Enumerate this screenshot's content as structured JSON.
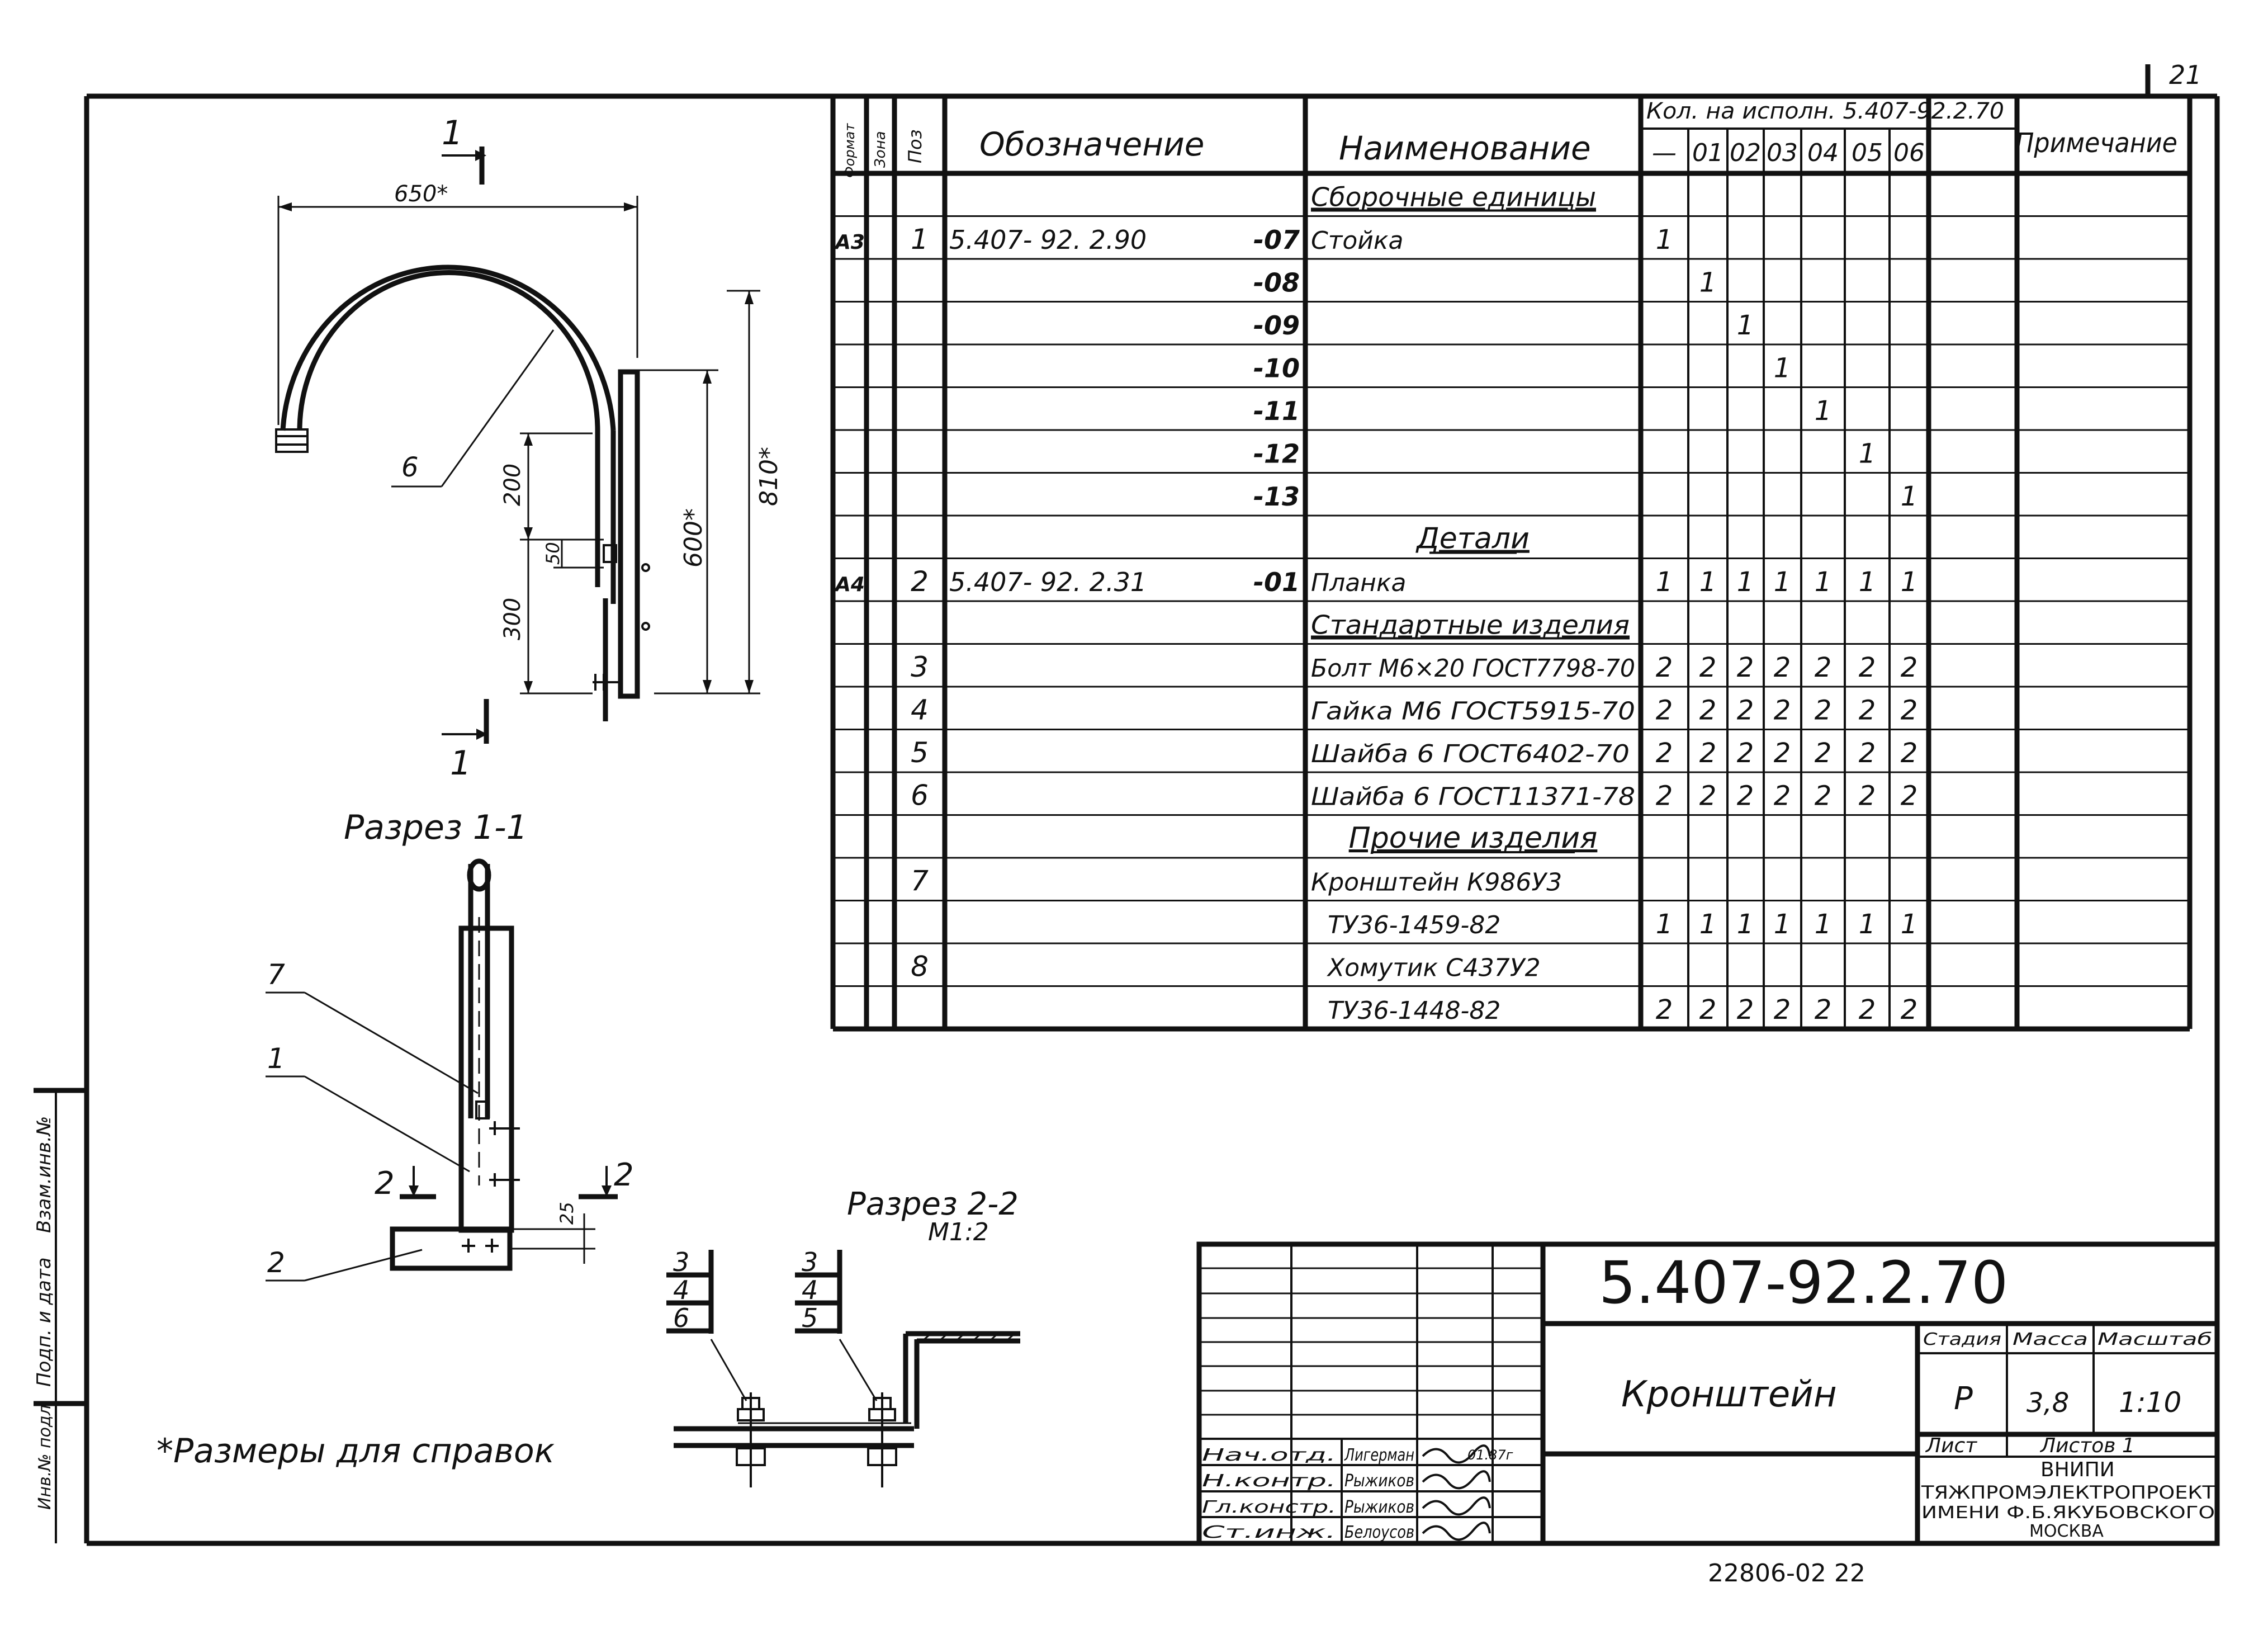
{
  "page_number": "21",
  "spec": {
    "col_headers": {
      "format": "Формат",
      "zone": "Зона",
      "pos": "Поз",
      "designation": "Обозначение",
      "name": "Наименование",
      "qty_group": "Кол. на исполн. 5.407-92.2.70",
      "variants": [
        "—",
        "01",
        "02",
        "03",
        "04",
        "05",
        "06"
      ],
      "note": "Примечание"
    },
    "rows": [
      {
        "format": "",
        "pos": "",
        "designation": "",
        "suffix": "",
        "name": "Сборочные единицы",
        "section": true,
        "qty": [
          "",
          "",
          "",
          "",
          "",
          "",
          ""
        ]
      },
      {
        "format": "А3",
        "pos": "1",
        "designation": "5.407- 92. 2.90",
        "suffix": "-07",
        "name": "Стойка",
        "section": false,
        "qty": [
          "1",
          "",
          "",
          "",
          "",
          "",
          ""
        ]
      },
      {
        "format": "",
        "pos": "",
        "designation": "",
        "suffix": "-08",
        "name": "",
        "section": false,
        "qty": [
          "",
          "1",
          "",
          "",
          "",
          "",
          ""
        ]
      },
      {
        "format": "",
        "pos": "",
        "designation": "",
        "suffix": "-09",
        "name": "",
        "section": false,
        "qty": [
          "",
          "",
          "1",
          "",
          "",
          "",
          ""
        ]
      },
      {
        "format": "",
        "pos": "",
        "designation": "",
        "suffix": "-10",
        "name": "",
        "section": false,
        "qty": [
          "",
          "",
          "",
          "1",
          "",
          "",
          ""
        ]
      },
      {
        "format": "",
        "pos": "",
        "designation": "",
        "suffix": "-11",
        "name": "",
        "section": false,
        "qty": [
          "",
          "",
          "",
          "",
          "1",
          "",
          ""
        ]
      },
      {
        "format": "",
        "pos": "",
        "designation": "",
        "suffix": "-12",
        "name": "",
        "section": false,
        "qty": [
          "",
          "",
          "",
          "",
          "",
          "1",
          ""
        ]
      },
      {
        "format": "",
        "pos": "",
        "designation": "",
        "suffix": "-13",
        "name": "",
        "section": false,
        "qty": [
          "",
          "",
          "",
          "",
          "",
          "",
          "1"
        ]
      },
      {
        "format": "",
        "pos": "",
        "designation": "",
        "suffix": "",
        "name": "Детали",
        "section": true,
        "qty": [
          "",
          "",
          "",
          "",
          "",
          "",
          ""
        ]
      },
      {
        "format": "А4",
        "pos": "2",
        "designation": "5.407- 92. 2.31",
        "suffix": "-01",
        "name": "Планка",
        "section": false,
        "qty": [
          "1",
          "1",
          "1",
          "1",
          "1",
          "1",
          "1"
        ]
      },
      {
        "format": "",
        "pos": "",
        "designation": "",
        "suffix": "",
        "name": "Стандартные изделия",
        "section": true,
        "qty": [
          "",
          "",
          "",
          "",
          "",
          "",
          ""
        ]
      },
      {
        "format": "",
        "pos": "3",
        "designation": "",
        "suffix": "",
        "name": "Болт М6×20 ГОСТ7798-70",
        "section": false,
        "qty": [
          "2",
          "2",
          "2",
          "2",
          "2",
          "2",
          "2"
        ]
      },
      {
        "format": "",
        "pos": "4",
        "designation": "",
        "suffix": "",
        "name": "Гайка М6 ГОСТ5915-70",
        "section": false,
        "qty": [
          "2",
          "2",
          "2",
          "2",
          "2",
          "2",
          "2"
        ]
      },
      {
        "format": "",
        "pos": "5",
        "designation": "",
        "suffix": "",
        "name": "Шайба 6 ГОСТ6402-70",
        "section": false,
        "qty": [
          "2",
          "2",
          "2",
          "2",
          "2",
          "2",
          "2"
        ]
      },
      {
        "format": "",
        "pos": "6",
        "designation": "",
        "suffix": "",
        "name": "Шайба 6 ГОСТ11371-78",
        "section": false,
        "qty": [
          "2",
          "2",
          "2",
          "2",
          "2",
          "2",
          "2"
        ]
      },
      {
        "format": "",
        "pos": "",
        "designation": "",
        "suffix": "",
        "name": "Прочие изделия",
        "section": true,
        "qty": [
          "",
          "",
          "",
          "",
          "",
          "",
          ""
        ]
      },
      {
        "format": "",
        "pos": "7",
        "designation": "",
        "suffix": "",
        "name": "Кронштейн К986У3",
        "section": false,
        "qty": [
          "",
          "",
          "",
          "",
          "",
          "",
          ""
        ]
      },
      {
        "format": "",
        "pos": "",
        "designation": "",
        "suffix": "",
        "name": "ТУ36-1459-82",
        "section": false,
        "qty": [
          "1",
          "1",
          "1",
          "1",
          "1",
          "1",
          "1"
        ]
      },
      {
        "format": "",
        "pos": "8",
        "designation": "",
        "suffix": "",
        "name": "Хомутик С437У2",
        "section": false,
        "qty": [
          "",
          "",
          "",
          "",
          "",
          "",
          ""
        ]
      },
      {
        "format": "",
        "pos": "",
        "designation": "",
        "suffix": "",
        "name": "ТУ36-1448-82",
        "section": false,
        "qty": [
          "2",
          "2",
          "2",
          "2",
          "2",
          "2",
          "2"
        ]
      }
    ]
  },
  "drawing": {
    "dims": {
      "width": "650*",
      "height_total": "810*",
      "height_mid": "600*",
      "d200": "200",
      "d300": "300",
      "d50": "50",
      "d25": "25"
    },
    "section_markers": {
      "sec1_top": "1",
      "sec1_bottom": "1",
      "sec2_left": "2",
      "sec2_right": "2"
    },
    "leaders": {
      "main_6": "6",
      "cut_7": "7",
      "cut_1": "1",
      "cut_2": "2"
    },
    "section_1_title": "Разрез 1-1",
    "section_2_title": "Разрез 2-2",
    "section_2_scale": "М1:2",
    "stack_left": [
      "3",
      "4",
      "6"
    ],
    "stack_right": [
      "3",
      "4",
      "5"
    ],
    "footnote": "*Размеры для справок"
  },
  "side_stamp": {
    "label_1": "Взам.инв.№",
    "label_2": "Подп. и дата",
    "label_3": "Инв.№ подл."
  },
  "title_block": {
    "doc_number": "5.407-92.2.70",
    "title": "Кронштейн",
    "stage_label": "Стадия",
    "mass_label": "Масса",
    "scale_label": "Масштаб",
    "stage": "Р",
    "mass": "3,8",
    "scale": "1:10",
    "sheet_label": "Лист",
    "sheets_label": "Листов 1",
    "org_1": "ВНИПИ",
    "org_2": "ТЯЖПРОМЭЛЕКТРОПРОЕКТ",
    "org_3": "ИМЕНИ Ф.Б.ЯКУБОВСКОГО",
    "org_4": "МОСКВА",
    "signatures": [
      {
        "role": "Нач.отд.",
        "name": "Лигерман"
      },
      {
        "role": "Н.контр.",
        "name": "Рыжиков"
      },
      {
        "role": "Гл.констр.",
        "name": "Рыжиков"
      },
      {
        "role": "Ст.инж.",
        "name": "Белоусов"
      }
    ],
    "date": "01.87г"
  },
  "archive_number": "22806-02 22"
}
